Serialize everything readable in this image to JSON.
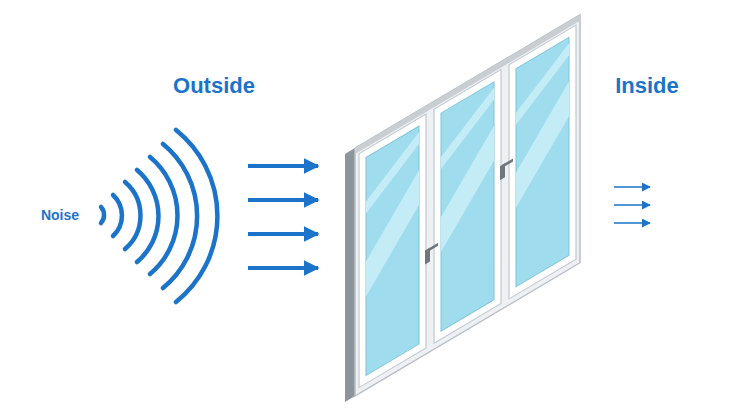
{
  "diagram": {
    "labels": [
      "Outside",
      "Inside",
      "Noise"
    ]
  }
}
